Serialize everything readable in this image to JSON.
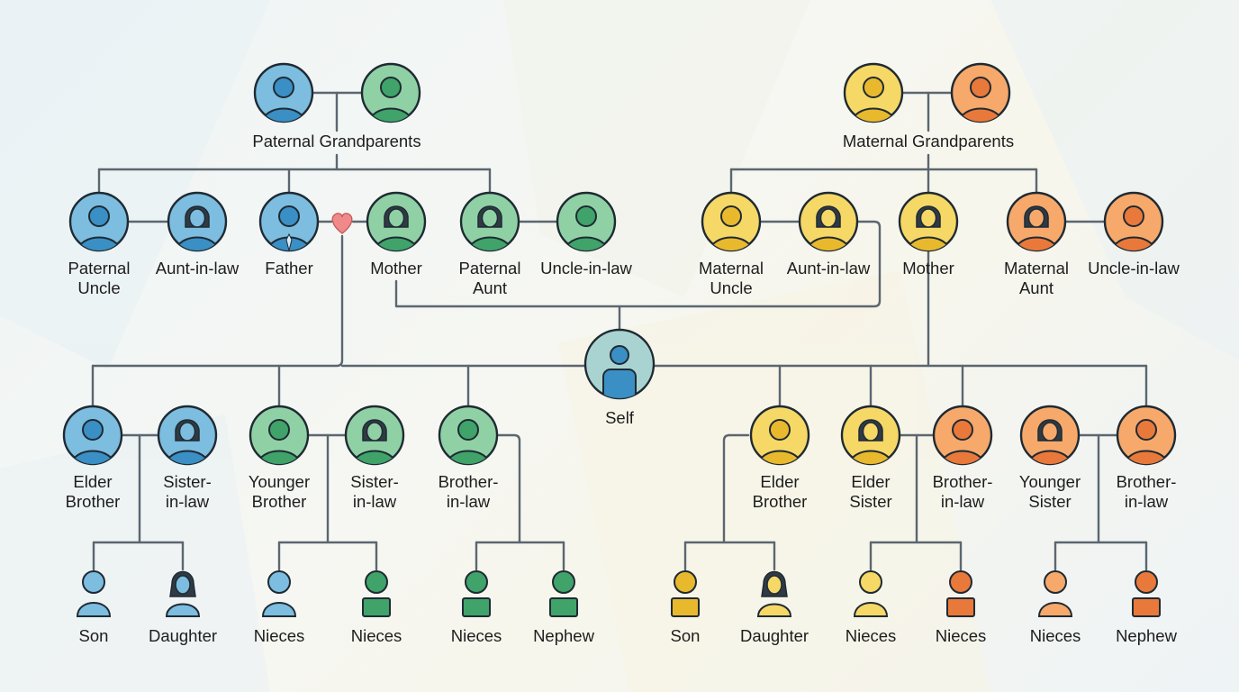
{
  "colors": {
    "blue": {
      "fill": "#7cbde0",
      "dark": "#3a8fc4",
      "line": "#1f2a33"
    },
    "green": {
      "fill": "#8fd1a4",
      "dark": "#3fa36a",
      "line": "#1f2a33"
    },
    "yellow": {
      "fill": "#f6d867",
      "dark": "#e9b92d",
      "line": "#1f2a33"
    },
    "orange": {
      "fill": "#f6a96b",
      "dark": "#e9793a",
      "line": "#1f2a33"
    },
    "teal": {
      "fill": "#a9d3d0",
      "dark": "#3a8fc4",
      "line": "#1f2a33"
    },
    "connector": "#5b6670",
    "heart": "#f08a8a"
  },
  "groups": [
    {
      "key": "paternal-grandparents",
      "label": "Paternal Grandparents"
    },
    {
      "key": "maternal-grandparents",
      "label": "Maternal Grandparents"
    }
  ],
  "people": [
    {
      "key": "paternal-grandfather",
      "label": [],
      "color": "blue",
      "gender": "m",
      "size": "lg"
    },
    {
      "key": "paternal-grandmother",
      "label": [],
      "color": "green",
      "gender": "m",
      "size": "lg"
    },
    {
      "key": "maternal-grandfather",
      "label": [],
      "color": "yellow",
      "gender": "m",
      "size": "lg"
    },
    {
      "key": "maternal-grandmother",
      "label": [],
      "color": "orange",
      "gender": "m",
      "size": "lg"
    },
    {
      "key": "paternal-uncle",
      "label": [
        "Paternal",
        "Uncle"
      ],
      "color": "blue",
      "gender": "m",
      "size": "lg"
    },
    {
      "key": "paternal-aunt-in-law",
      "label": [
        "Aunt-in-law"
      ],
      "color": "blue",
      "gender": "f",
      "size": "lg"
    },
    {
      "key": "father",
      "label": [
        "Father"
      ],
      "color": "blue",
      "gender": "m",
      "size": "lg",
      "tie": true
    },
    {
      "key": "mother",
      "label": [
        "Mother"
      ],
      "color": "green",
      "gender": "f",
      "size": "lg"
    },
    {
      "key": "paternal-aunt",
      "label": [
        "Paternal",
        "Aunt"
      ],
      "color": "green",
      "gender": "f",
      "size": "lg"
    },
    {
      "key": "paternal-uncle-in-law",
      "label": [
        "Uncle-in-law"
      ],
      "color": "green",
      "gender": "m",
      "size": "lg"
    },
    {
      "key": "maternal-uncle",
      "label": [
        "Maternal",
        "Uncle"
      ],
      "color": "yellow",
      "gender": "m",
      "size": "lg"
    },
    {
      "key": "maternal-aunt-in-law",
      "label": [
        "Aunt-in-law"
      ],
      "color": "yellow",
      "gender": "f",
      "size": "lg"
    },
    {
      "key": "mother-maternal",
      "label": [
        "Mother"
      ],
      "color": "yellow",
      "gender": "f",
      "size": "lg"
    },
    {
      "key": "maternal-aunt",
      "label": [
        "Maternal",
        "Aunt"
      ],
      "color": "orange",
      "gender": "f",
      "size": "lg"
    },
    {
      "key": "maternal-uncle-in-law",
      "label": [
        "Uncle-in-law"
      ],
      "color": "orange",
      "gender": "m",
      "size": "lg"
    },
    {
      "key": "self",
      "label": [
        "Self"
      ],
      "color": "teal",
      "gender": "m",
      "size": "xl"
    },
    {
      "key": "elder-brother",
      "label": [
        "Elder",
        "Brother"
      ],
      "color": "blue",
      "gender": "m",
      "size": "lg"
    },
    {
      "key": "sister-in-law-1",
      "label": [
        "Sister-",
        "in-law"
      ],
      "color": "blue",
      "gender": "f",
      "size": "lg"
    },
    {
      "key": "younger-brother",
      "label": [
        "Younger",
        "Brother"
      ],
      "color": "green",
      "gender": "m",
      "size": "lg"
    },
    {
      "key": "sister-in-law-2",
      "label": [
        "Sister-",
        "in-law"
      ],
      "color": "green",
      "gender": "f",
      "size": "lg"
    },
    {
      "key": "brother-in-law-1",
      "label": [
        "Brother-",
        "in-law"
      ],
      "color": "green",
      "gender": "m",
      "size": "lg"
    },
    {
      "key": "elder-brother-2",
      "label": [
        "Elder",
        "Brother"
      ],
      "color": "yellow",
      "gender": "m",
      "size": "lg"
    },
    {
      "key": "elder-sister",
      "label": [
        "Elder",
        "Sister"
      ],
      "color": "yellow",
      "gender": "f",
      "size": "lg"
    },
    {
      "key": "brother-in-law-2",
      "label": [
        "Brother-",
        "in-law"
      ],
      "color": "orange",
      "gender": "m",
      "size": "lg"
    },
    {
      "key": "younger-sister",
      "label": [
        "Younger",
        "Sister"
      ],
      "color": "orange",
      "gender": "f",
      "size": "lg"
    },
    {
      "key": "brother-in-law-3",
      "label": [
        "Brother-",
        "in-law"
      ],
      "color": "orange",
      "gender": "m",
      "size": "lg"
    },
    {
      "key": "son-1",
      "label": [
        "Son"
      ],
      "color": "blue",
      "gender": "child-m",
      "size": "sm"
    },
    {
      "key": "daughter-1",
      "label": [
        "Daughter"
      ],
      "color": "blue",
      "gender": "child-f",
      "size": "sm"
    },
    {
      "key": "nieces-1",
      "label": [
        "Nieces"
      ],
      "color": "blue",
      "gender": "child-m",
      "size": "sm"
    },
    {
      "key": "nieces-2",
      "label": [
        "Nieces"
      ],
      "color": "green",
      "gender": "child-sq",
      "size": "sm"
    },
    {
      "key": "nieces-3",
      "label": [
        "Nieces"
      ],
      "color": "green",
      "gender": "child-sq",
      "size": "sm"
    },
    {
      "key": "nephew-1",
      "label": [
        "Nephew"
      ],
      "color": "green",
      "gender": "child-sq",
      "size": "sm"
    },
    {
      "key": "son-2",
      "label": [
        "Son"
      ],
      "color": "yellow",
      "gender": "child-sq",
      "size": "sm"
    },
    {
      "key": "daughter-2",
      "label": [
        "Daughter"
      ],
      "color": "yellow",
      "gender": "child-f",
      "size": "sm"
    },
    {
      "key": "nieces-4",
      "label": [
        "Nieces"
      ],
      "color": "yellow",
      "gender": "child-m",
      "size": "sm"
    },
    {
      "key": "nieces-5",
      "label": [
        "Nieces"
      ],
      "color": "orange",
      "gender": "child-sq",
      "size": "sm"
    },
    {
      "key": "nieces-6",
      "label": [
        "Nieces"
      ],
      "color": "orange",
      "gender": "child-m",
      "size": "sm"
    },
    {
      "key": "nephew-2",
      "label": [
        "Nephew"
      ],
      "color": "orange",
      "gender": "child-sq",
      "size": "sm"
    }
  ]
}
